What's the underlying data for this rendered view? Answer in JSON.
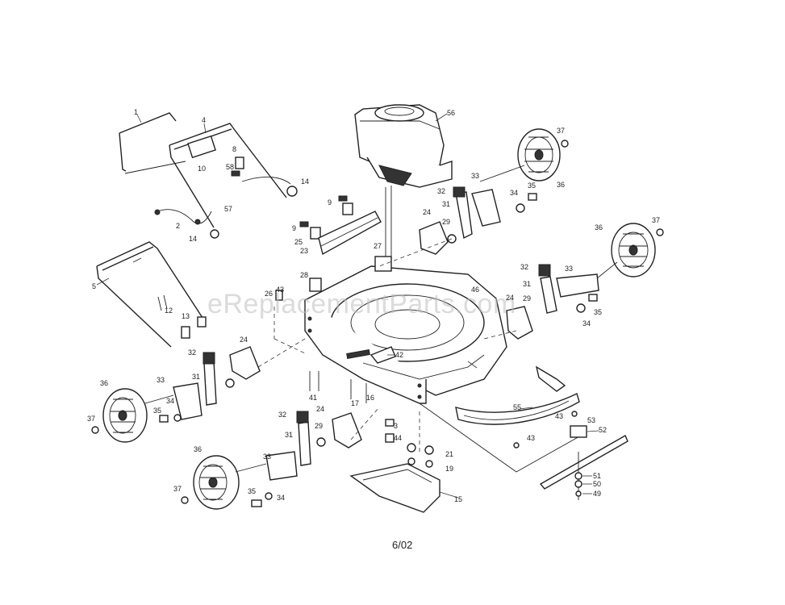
{
  "watermark": "eReplacementParts.com",
  "date_code": "6/02",
  "callouts": [
    "1",
    "4",
    "5",
    "8",
    "58",
    "10",
    "14",
    "57",
    "2",
    "14",
    "9",
    "9",
    "25",
    "23",
    "12",
    "13",
    "26",
    "43",
    "28",
    "27",
    "24",
    "29",
    "56",
    "32",
    "31",
    "33",
    "34",
    "35",
    "36",
    "37",
    "37",
    "36",
    "32",
    "31",
    "33",
    "35",
    "34",
    "24",
    "29",
    "46",
    "42",
    "24",
    "32",
    "31",
    "33",
    "36",
    "37",
    "35",
    "34",
    "17",
    "16",
    "41",
    "3",
    "44",
    "32",
    "31",
    "24",
    "29",
    "36",
    "33",
    "37",
    "35",
    "34",
    "21",
    "19",
    "15",
    "55",
    "43",
    "43",
    "53",
    "52",
    "51",
    "50",
    "49"
  ]
}
